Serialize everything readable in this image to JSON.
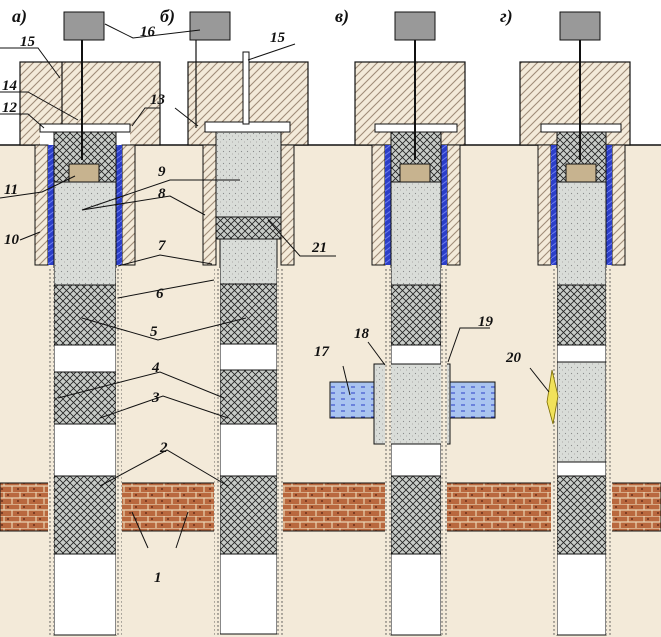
{
  "colors": {
    "ground": "#f3ead9",
    "sky": "#ffffff",
    "hatch": "#a08c78",
    "casing_blue": "#2b3ec8",
    "cell_bg": "#c8ccc8",
    "fill_light": "#d9dcd8",
    "grout": "#c7b38f",
    "brick": "#b9683e",
    "water": "#a9c4f0",
    "crack": "#f1e25a",
    "motor": "#999999",
    "line": "#111111"
  },
  "panels": {
    "a": "а)",
    "b": "б)",
    "v": "в)",
    "g": "г)"
  },
  "labels": {
    "n1": "1",
    "n2": "2",
    "n3": "3",
    "n4": "4",
    "n5": "5",
    "n6": "6",
    "n7": "7",
    "n8": "8",
    "n9": "9",
    "n10": "10",
    "n11": "11",
    "n12": "12",
    "n13": "13",
    "n14": "14",
    "n15": "15",
    "n15b": "15",
    "n16": "16",
    "n17": "17",
    "n18": "18",
    "n19": "19",
    "n20": "20",
    "n21": "21"
  }
}
